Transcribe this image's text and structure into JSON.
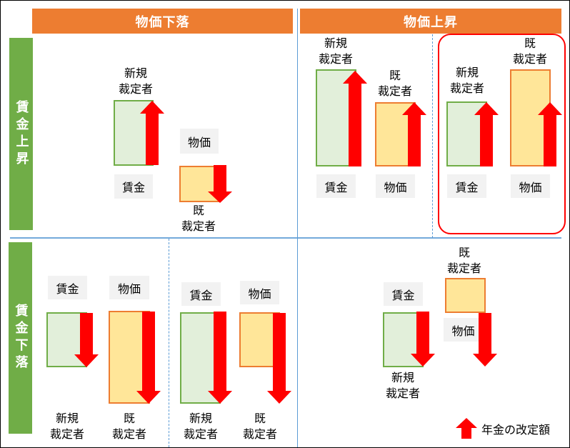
{
  "columns": {
    "price_fall": "物価下落",
    "price_rise": "物価上昇"
  },
  "rows": {
    "wage_rise": "賃金上昇",
    "wage_fall": "賃金下落"
  },
  "labels": {
    "wage": "賃金",
    "price": "物価",
    "new_recipient": "新規\n裁定者",
    "existing_recipient": "既\n裁定者"
  },
  "legend": {
    "icon": "red-up-arrow-icon",
    "text": "年金の改定額"
  },
  "colors": {
    "column_header": "#ED7D31",
    "row_header": "#70AD47",
    "new_recipient_fill": "#E2EFDA",
    "new_recipient_border": "#70AD47",
    "existing_recipient_fill": "#FFE699",
    "existing_recipient_border": "#ED7D31",
    "arrow": "#FF0000",
    "grid_line": "#5B9BD5",
    "highlight": "#FF0000"
  },
  "quadrants": [
    {
      "id": "wage-rise-price-fall",
      "scenarios": [
        {
          "new_recipient": "up",
          "existing_recipient": "down"
        }
      ]
    },
    {
      "id": "wage-rise-price-rise",
      "scenarios": [
        {
          "wage_gt_price": true,
          "new_recipient": "up",
          "existing_recipient": "up"
        },
        {
          "wage_lt_price": true,
          "new_recipient": "up",
          "existing_recipient": "up",
          "highlighted": true
        }
      ]
    },
    {
      "id": "wage-fall-price-fall",
      "scenarios": [
        {
          "wage_fall_lt_price_fall": true,
          "new_recipient": "down",
          "existing_recipient": "down"
        },
        {
          "wage_fall_gt_price_fall": true,
          "new_recipient": "down",
          "existing_recipient": "down"
        }
      ]
    },
    {
      "id": "wage-fall-price-rise",
      "scenarios": [
        {
          "new_recipient": "down",
          "existing_recipient": "down"
        }
      ]
    }
  ]
}
